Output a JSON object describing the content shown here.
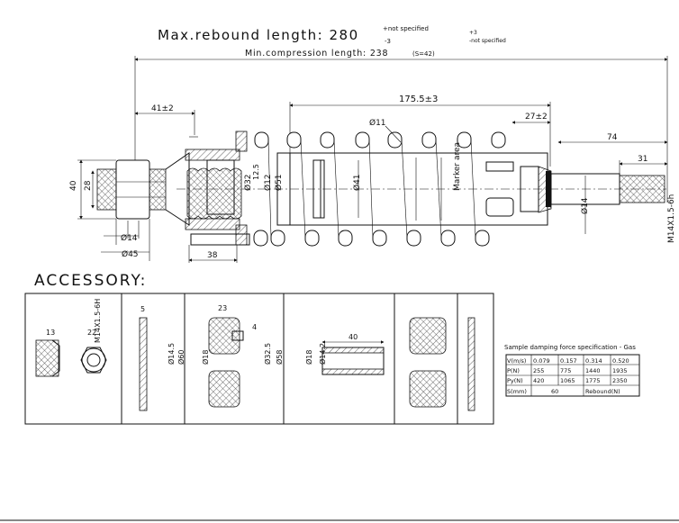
{
  "header": {
    "title": "Max.rebound length: 280",
    "tol_plus": "+not specified",
    "tol_minus": "-3",
    "tol_plus2": "+3",
    "tol_not": "-not specified",
    "subtitle": "Min.compression length:  238",
    "subtitle_note": "(S=42)"
  },
  "dims": {
    "d41_2": "41±2",
    "d175": "175.5±3",
    "d27": "27±2",
    "d74": "74",
    "d31": "31",
    "d11": "Ø11",
    "d40": "40",
    "d28": "28",
    "d14a": "Ø14",
    "d45": "Ø45",
    "d38": "38",
    "d32": "Ø32",
    "d12_5": "12.5",
    "d12": "Ø12",
    "d51": "Ø51",
    "d41": "Ø41",
    "marker": "Marker area",
    "d14b": "Ø14",
    "thread": "M14X1.5-6h"
  },
  "accessory": {
    "title": "ACCESSORY:",
    "nut": {
      "d13": "13",
      "d22": "22",
      "thread": "M14X1.5-6H"
    },
    "washer": {
      "d5": "5",
      "d14_5": "Ø14.5",
      "d60": "Ø60"
    },
    "bush": {
      "d23": "23",
      "d4": "4",
      "d18": "Ø18",
      "d32_5": "Ø32.5",
      "d58": "Ø58"
    },
    "sleeve": {
      "d40": "40",
      "d18": "Ø18",
      "d14_2": "Ø14.2"
    }
  },
  "spec_table": {
    "title": "Sample  damping force specification - Gas",
    "rows": [
      [
        "V(m/s)",
        "0.079",
        "0.157",
        "0.314",
        "0.520"
      ],
      [
        "P(N)",
        "255",
        "775",
        "1440",
        "1935"
      ],
      [
        "Py(N)",
        "420",
        "1065",
        "1775",
        "2350"
      ]
    ],
    "s_label": "S(mm)",
    "s_value": "60",
    "rebound_label": "Rebound(N)"
  }
}
